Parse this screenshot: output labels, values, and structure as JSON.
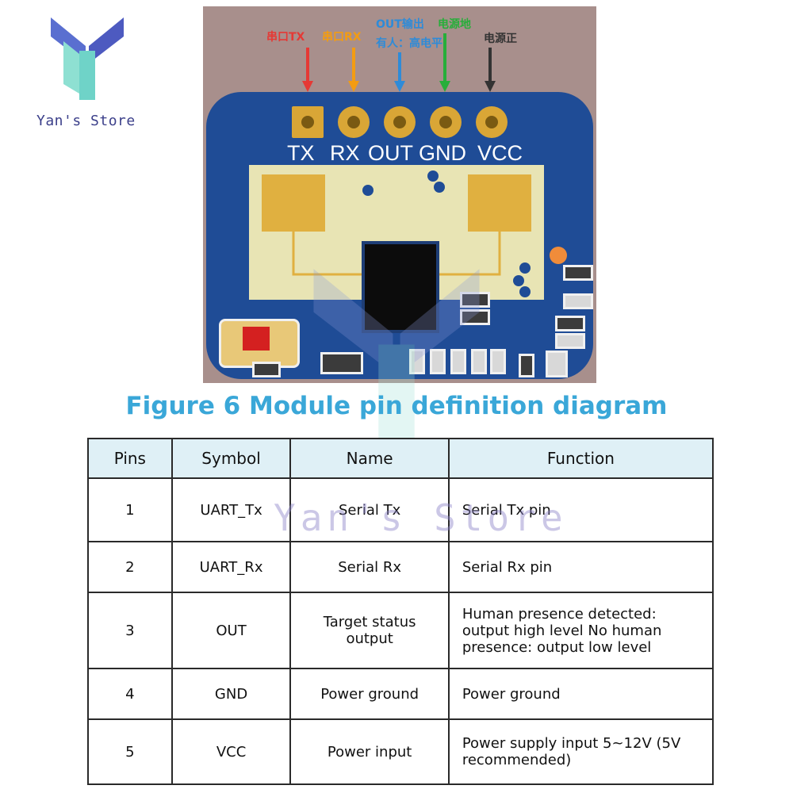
{
  "brand": {
    "name": "Yan's Store",
    "logo_icon": "ys-logo-icon"
  },
  "watermark": "Yan's Store",
  "module_photo": {
    "callouts": [
      {
        "text": "串口TX",
        "color": "#e53935"
      },
      {
        "text": "串口RX",
        "color": "#f39c12"
      },
      {
        "text": "OUT输出",
        "color": "#2e8bd8"
      },
      {
        "text": "有人：高电平",
        "color": "#2e8bd8"
      },
      {
        "text": "电源地",
        "color": "#27ae3a"
      },
      {
        "text": "电源正",
        "color": "#333333"
      }
    ],
    "pin_labels": [
      "TX",
      "RX",
      "OUT",
      "GND",
      "VCC"
    ]
  },
  "caption": "Figure 6 Module pin definition diagram",
  "table": {
    "headers": [
      "Pins",
      "Symbol",
      "Name",
      "Function"
    ],
    "rows": [
      {
        "pin": "1",
        "symbol": "UART_Tx",
        "name": "Serial Tx",
        "function": "Serial Tx pin"
      },
      {
        "pin": "2",
        "symbol": "UART_Rx",
        "name": "Serial Rx",
        "function": "Serial Rx pin"
      },
      {
        "pin": "3",
        "symbol": "OUT",
        "name": "Target status output",
        "function": "Human presence detected: output high level No human presence: output low level"
      },
      {
        "pin": "4",
        "symbol": "GND",
        "name": "Power ground",
        "function": "Power ground"
      },
      {
        "pin": "5",
        "symbol": "VCC",
        "name": "Power input",
        "function": "Power supply input 5~12V (5V recommended)"
      }
    ]
  }
}
